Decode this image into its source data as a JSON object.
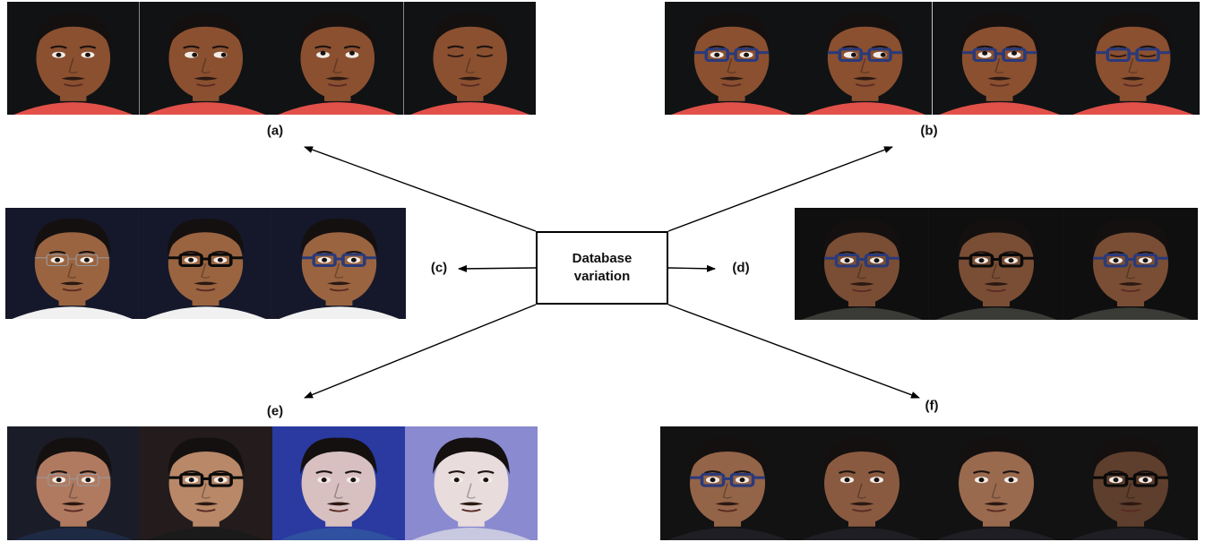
{
  "center": {
    "line1": "Database",
    "line2": "variation"
  },
  "panels": [
    {
      "id": "a",
      "label": "(a)",
      "bg": "#111214",
      "skin": "#8a5030",
      "shirt": "#e2504a",
      "faces": [
        {
          "glasses": "none",
          "eyes": "open"
        },
        {
          "glasses": "none",
          "eyes": "side"
        },
        {
          "glasses": "none",
          "eyes": "up"
        },
        {
          "glasses": "none",
          "eyes": "closed"
        }
      ]
    },
    {
      "id": "b",
      "label": "(b)",
      "bg": "#111214",
      "skin": "#8a5030",
      "shirt": "#e2504a",
      "faces": [
        {
          "glasses": "blue",
          "eyes": "open"
        },
        {
          "glasses": "blue",
          "eyes": "side"
        },
        {
          "glasses": "blue",
          "eyes": "up"
        },
        {
          "glasses": "blue",
          "eyes": "closed"
        }
      ]
    },
    {
      "id": "c",
      "label": "(c)",
      "bg": "#15182a",
      "skin": "#9a6440",
      "shirt": "#f1f1f1",
      "faces": [
        {
          "glasses": "thin",
          "eyes": "open"
        },
        {
          "glasses": "black",
          "eyes": "open"
        },
        {
          "glasses": "blue",
          "eyes": "open"
        }
      ]
    },
    {
      "id": "d",
      "label": "(d)",
      "bg": "#0f0f10",
      "skin": "#7a4e34",
      "shirt": "#3a3a36",
      "faces": [
        {
          "glasses": "blue",
          "eyes": "open"
        },
        {
          "glasses": "black",
          "eyes": "open"
        },
        {
          "glasses": "blue",
          "eyes": "open"
        }
      ]
    },
    {
      "id": "e",
      "label": "(e)",
      "bg": "#1b1d2c",
      "skin": "#a87058",
      "shirt": "#2a2a3a",
      "faces": [
        {
          "glasses": "thin",
          "eyes": "open",
          "bg": "#1a1c28",
          "skin": "#b07a60",
          "shirt": "#1e2a44"
        },
        {
          "glasses": "black",
          "eyes": "open",
          "bg": "#241c1c",
          "skin": "#b88868",
          "shirt": "#1a1a1a"
        },
        {
          "glasses": "none",
          "eyes": "open",
          "bg": "#2a3aa0",
          "skin": "#d8c0c0",
          "shirt": "#3050a0"
        },
        {
          "glasses": "none",
          "eyes": "open",
          "bg": "#8a8ad0",
          "skin": "#e8dcdc",
          "shirt": "#c8c8e0"
        }
      ]
    },
    {
      "id": "f",
      "label": "(f)",
      "bg": "#121212",
      "skin": "#8a5a40",
      "shirt": "#1e1e24",
      "faces": [
        {
          "glasses": "blue",
          "eyes": "open",
          "skin": "#946448"
        },
        {
          "glasses": "none",
          "eyes": "open",
          "skin": "#8a5a40"
        },
        {
          "glasses": "none",
          "eyes": "open",
          "skin": "#9a6a4e"
        },
        {
          "glasses": "black",
          "eyes": "open",
          "skin": "#5e3e2c"
        }
      ]
    }
  ]
}
